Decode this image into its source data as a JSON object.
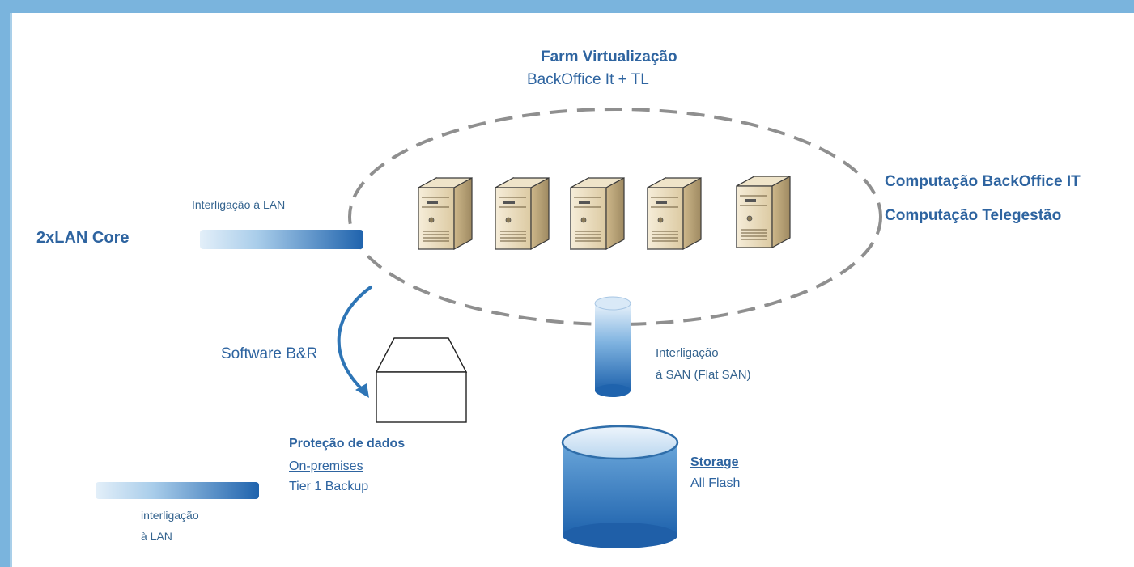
{
  "farm": {
    "title": "Farm Virtualização",
    "subtitle": "BackOffice It + TL"
  },
  "compute": {
    "line1": "Computação BackOffice IT",
    "line2": "Computação Telegestão"
  },
  "lan_core": {
    "label": "2xLAN Core",
    "link_label": "Interligação à LAN"
  },
  "backup": {
    "software_label": "Software B&R",
    "title": "Proteção de dados",
    "line1": "On-premises",
    "line2": "Tier 1 Backup"
  },
  "san": {
    "line1": "Interligação",
    "line2": "à SAN (Flat SAN)"
  },
  "storage": {
    "title": "Storage",
    "subtitle": "All Flash"
  },
  "lan_secondary": {
    "line1": "interligação",
    "line2": "à LAN"
  },
  "icons": [
    "server-icon",
    "backup-box-icon",
    "storage-cylinder-icon",
    "san-pipe-icon"
  ],
  "colors": {
    "frame": "#7ab4dd",
    "text": "#2e64a0",
    "pipe_dark": "#2a6fb6",
    "pipe_light": "#d6e8f7",
    "ellipse_dash": "#8c8c8c"
  }
}
